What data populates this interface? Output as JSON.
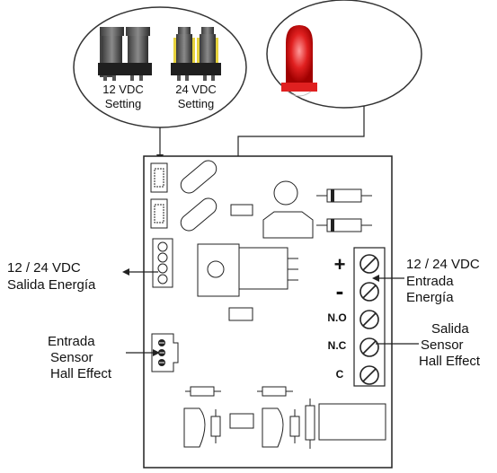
{
  "callouts": {
    "setting_12": [
      "12 VDC",
      "Setting"
    ],
    "setting_24": [
      "24 VDC",
      "Setting"
    ]
  },
  "labels": {
    "output_power": [
      "12 / 24 VDC",
      "Salida Energía"
    ],
    "input_power": [
      "12 / 24 VDC",
      "Entrada",
      "Energía"
    ],
    "hall_input": [
      "Entrada",
      "Sensor",
      "Hall Effect"
    ],
    "hall_output": [
      "Salida",
      "Sensor",
      "Hall Effect"
    ]
  },
  "terminals": [
    "+",
    "-",
    "N.O",
    "N.C",
    "C"
  ],
  "colors": {
    "led_red": "#e02020",
    "jumper_gold": "#e6d23c",
    "outline": "#222222"
  }
}
